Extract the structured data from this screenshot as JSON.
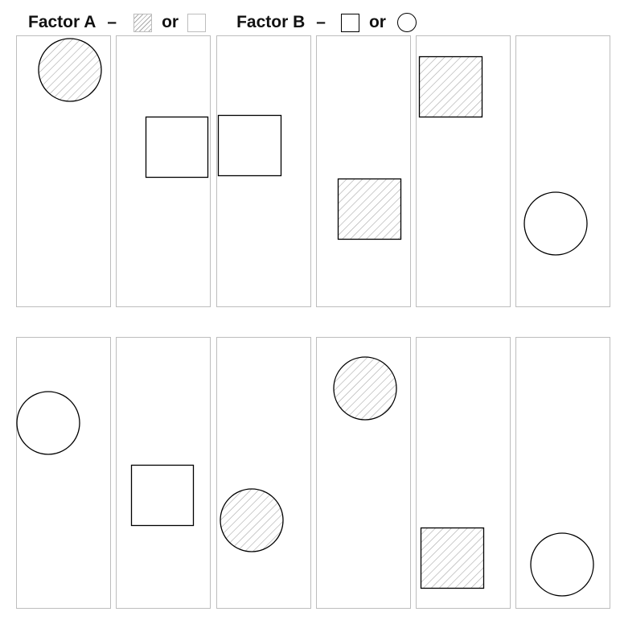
{
  "legend": {
    "factor_a_label": "Factor A",
    "factor_a_dash": "–",
    "factor_a_or": "or",
    "factor_b_label": "Factor B",
    "factor_b_dash": "–",
    "factor_b_or": "or",
    "factor_a_options": [
      "hatched",
      "plain"
    ],
    "factor_b_options": [
      "square",
      "circle"
    ]
  },
  "colors": {
    "panel_border": "#bdbdbd",
    "shape_border": "#000000",
    "hatch": "#a9a9a9"
  },
  "panels": {
    "rows": 2,
    "columns": 6
  },
  "items": [
    {
      "row": 1,
      "panel": 1,
      "shape": "circle",
      "fill": "hatched"
    },
    {
      "row": 1,
      "panel": 2,
      "shape": "square",
      "fill": "plain"
    },
    {
      "row": 1,
      "panel": 3,
      "shape": "square",
      "fill": "plain"
    },
    {
      "row": 1,
      "panel": 4,
      "shape": "square",
      "fill": "hatched"
    },
    {
      "row": 1,
      "panel": 5,
      "shape": "square",
      "fill": "hatched"
    },
    {
      "row": 1,
      "panel": 6,
      "shape": "circle",
      "fill": "plain"
    },
    {
      "row": 2,
      "panel": 1,
      "shape": "circle",
      "fill": "plain"
    },
    {
      "row": 2,
      "panel": 2,
      "shape": "square",
      "fill": "plain"
    },
    {
      "row": 2,
      "panel": 3,
      "shape": "circle",
      "fill": "hatched"
    },
    {
      "row": 2,
      "panel": 4,
      "shape": "circle",
      "fill": "hatched"
    },
    {
      "row": 2,
      "panel": 5,
      "shape": "square",
      "fill": "hatched"
    },
    {
      "row": 2,
      "panel": 6,
      "shape": "circle",
      "fill": "plain"
    }
  ]
}
